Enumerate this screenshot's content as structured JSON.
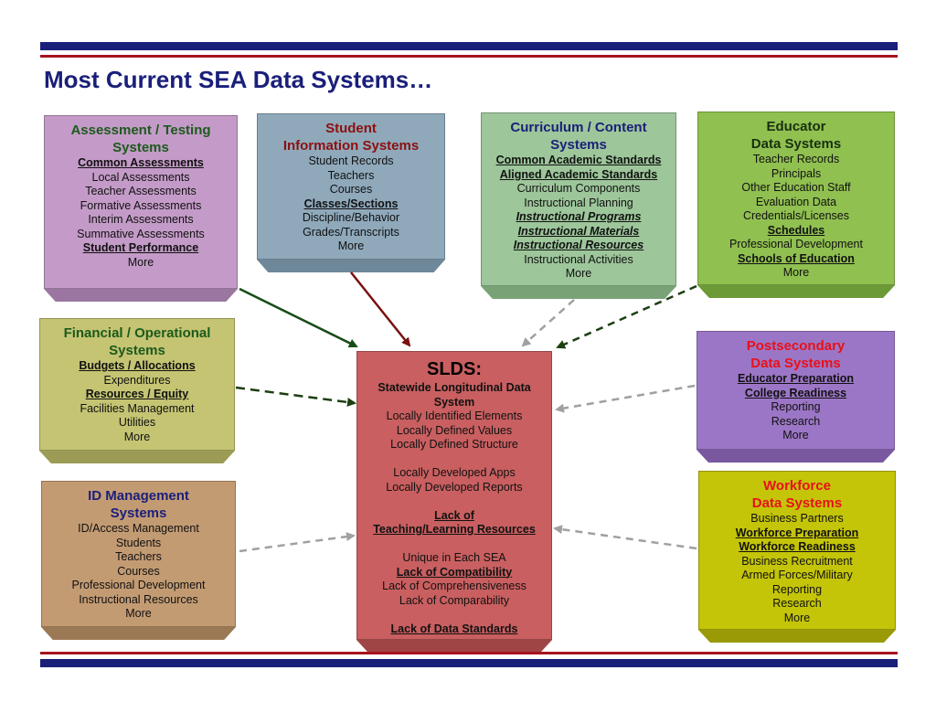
{
  "title": "Most Current SEA Data Systems…",
  "boxes": {
    "assessment": {
      "heading": [
        "Assessment / Testing",
        "Systems"
      ],
      "lines": [
        {
          "text": "Common Assessments",
          "style": "em"
        },
        {
          "text": "Local Assessments",
          "style": ""
        },
        {
          "text": "Teacher Assessments",
          "style": ""
        },
        {
          "text": "Formative Assessments",
          "style": ""
        },
        {
          "text": "Interim Assessments",
          "style": ""
        },
        {
          "text": "Summative Assessments",
          "style": ""
        },
        {
          "text": "Student Performance",
          "style": "em"
        },
        {
          "text": "More",
          "style": ""
        }
      ]
    },
    "student": {
      "heading": [
        "Student",
        "Information Systems"
      ],
      "lines": [
        {
          "text": "Student Records",
          "style": ""
        },
        {
          "text": "Teachers",
          "style": ""
        },
        {
          "text": "Courses",
          "style": ""
        },
        {
          "text": "Classes/Sections",
          "style": "em"
        },
        {
          "text": "Discipline/Behavior",
          "style": ""
        },
        {
          "text": "Grades/Transcripts",
          "style": ""
        },
        {
          "text": "More",
          "style": ""
        }
      ]
    },
    "curriculum": {
      "heading": [
        "Curriculum / Content",
        "Systems"
      ],
      "lines": [
        {
          "text": "Common Academic Standards",
          "style": "em"
        },
        {
          "text": "Aligned Academic Standards",
          "style": "em"
        },
        {
          "text": "Curriculum Components",
          "style": ""
        },
        {
          "text": "Instructional Planning",
          "style": ""
        },
        {
          "text": "Instructional Programs",
          "style": "emi"
        },
        {
          "text": "Instructional Materials",
          "style": "emi"
        },
        {
          "text": "Instructional Resources",
          "style": "emi"
        },
        {
          "text": "Instructional Activities",
          "style": ""
        },
        {
          "text": "More",
          "style": ""
        }
      ]
    },
    "educator": {
      "heading": [
        "Educator",
        "Data Systems"
      ],
      "lines": [
        {
          "text": "Teacher Records",
          "style": ""
        },
        {
          "text": "Principals",
          "style": ""
        },
        {
          "text": "Other Education Staff",
          "style": ""
        },
        {
          "text": "Evaluation Data",
          "style": ""
        },
        {
          "text": "Credentials/Licenses",
          "style": ""
        },
        {
          "text": "Schedules",
          "style": "em"
        },
        {
          "text": "Professional Development",
          "style": ""
        },
        {
          "text": "Schools of Education",
          "style": "em"
        },
        {
          "text": "More",
          "style": ""
        }
      ]
    },
    "financial": {
      "heading": [
        "Financial / Operational",
        "Systems"
      ],
      "lines": [
        {
          "text": "Budgets / Allocations",
          "style": "em"
        },
        {
          "text": "Expenditures",
          "style": ""
        },
        {
          "text": "Resources / Equity",
          "style": "em"
        },
        {
          "text": "Facilities Management",
          "style": ""
        },
        {
          "text": "Utilities",
          "style": ""
        },
        {
          "text": "More",
          "style": ""
        }
      ]
    },
    "slds": {
      "heading_big": "SLDS:",
      "subheading": [
        "Statewide Longitudinal Data",
        "System"
      ],
      "lines": [
        {
          "text": "Locally Identified Elements",
          "style": ""
        },
        {
          "text": "Locally Defined Values",
          "style": ""
        },
        {
          "text": "Locally Defined Structure",
          "style": ""
        },
        {
          "text": "",
          "style": "blank"
        },
        {
          "text": "Locally Developed Apps",
          "style": ""
        },
        {
          "text": "Locally Developed Reports",
          "style": ""
        },
        {
          "text": "",
          "style": "blank"
        },
        {
          "text": "Lack of",
          "style": "em"
        },
        {
          "text": "Teaching/Learning Resources",
          "style": "em"
        },
        {
          "text": "",
          "style": "blank"
        },
        {
          "text": "Unique in Each SEA",
          "style": ""
        },
        {
          "text": "Lack of Compatibility",
          "style": "em"
        },
        {
          "text": "Lack of Comprehensiveness",
          "style": ""
        },
        {
          "text": "Lack of Comparability",
          "style": ""
        },
        {
          "text": "",
          "style": "blank"
        },
        {
          "text": "Lack of Data Standards",
          "style": "em"
        }
      ]
    },
    "postsecondary": {
      "heading": [
        "Postsecondary",
        "Data Systems"
      ],
      "lines": [
        {
          "text": "Educator Preparation",
          "style": "em"
        },
        {
          "text": "College Readiness",
          "style": "em"
        },
        {
          "text": "Reporting",
          "style": ""
        },
        {
          "text": "Research",
          "style": ""
        },
        {
          "text": "More",
          "style": ""
        }
      ]
    },
    "idmanagement": {
      "heading": [
        "ID Management",
        "Systems"
      ],
      "lines": [
        {
          "text": "ID/Access Management",
          "style": ""
        },
        {
          "text": "Students",
          "style": ""
        },
        {
          "text": "Teachers",
          "style": ""
        },
        {
          "text": "Courses",
          "style": ""
        },
        {
          "text": "Professional Development",
          "style": ""
        },
        {
          "text": "Instructional Resources",
          "style": ""
        },
        {
          "text": "More",
          "style": ""
        }
      ]
    },
    "workforce": {
      "heading": [
        "Workforce",
        "Data Systems"
      ],
      "lines": [
        {
          "text": "Business Partners",
          "style": ""
        },
        {
          "text": "Workforce Preparation",
          "style": "em"
        },
        {
          "text": "Workforce Readiness",
          "style": "em"
        },
        {
          "text": "Business Recruitment",
          "style": ""
        },
        {
          "text": "Armed Forces/Military",
          "style": ""
        },
        {
          "text": "Reporting",
          "style": ""
        },
        {
          "text": "Research",
          "style": ""
        },
        {
          "text": "More",
          "style": ""
        }
      ]
    }
  },
  "arrow_colors": {
    "solid_green": "#174d17",
    "solid_red": "#7a1010",
    "dashed_green": "#1c3f10",
    "dashed_gray": "#a0a0a0"
  }
}
